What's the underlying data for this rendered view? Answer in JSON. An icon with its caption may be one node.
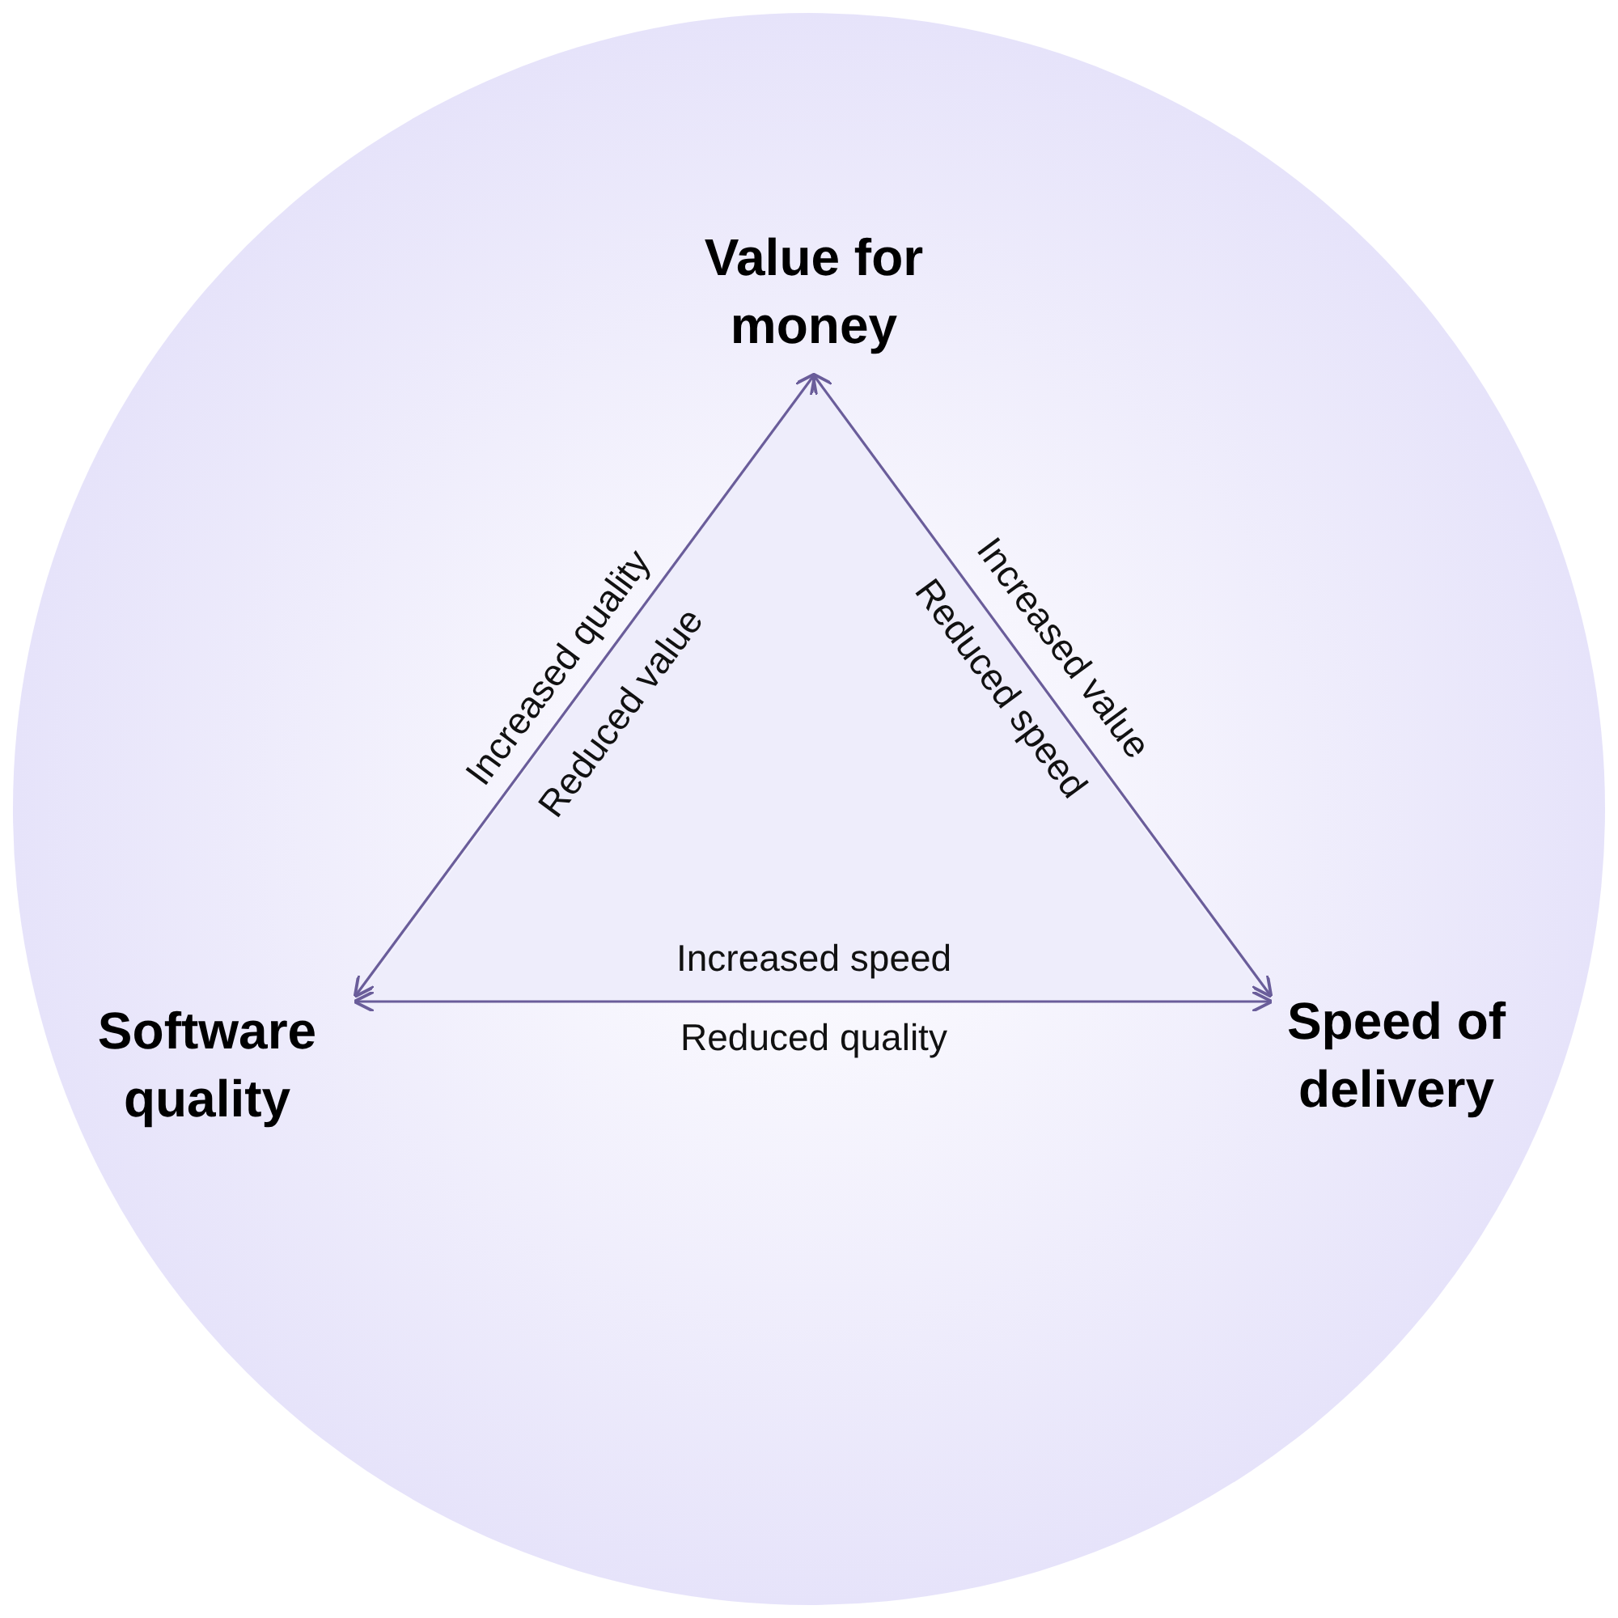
{
  "diagram": {
    "nodes": [
      {
        "text": [
          "Value for money"
        ]
      },
      {
        "text": [
          "Software quality"
        ]
      },
      {
        "text": [
          "Speed of delivery"
        ]
      }
    ],
    "edges": [
      {
        "from": 1,
        "to": 0,
        "arrow": "both",
        "label": "Increased quality"
      },
      {
        "from": 0,
        "to": 2,
        "arrow": "both",
        "label": "Increased value"
      },
      {
        "from": 1,
        "to": 2,
        "arrow": "both",
        "label": "Increased speed"
      }
    ],
    "labels": [
      "Reduced value",
      "Reduced speed",
      "Reduced quality"
    ]
  }
}
